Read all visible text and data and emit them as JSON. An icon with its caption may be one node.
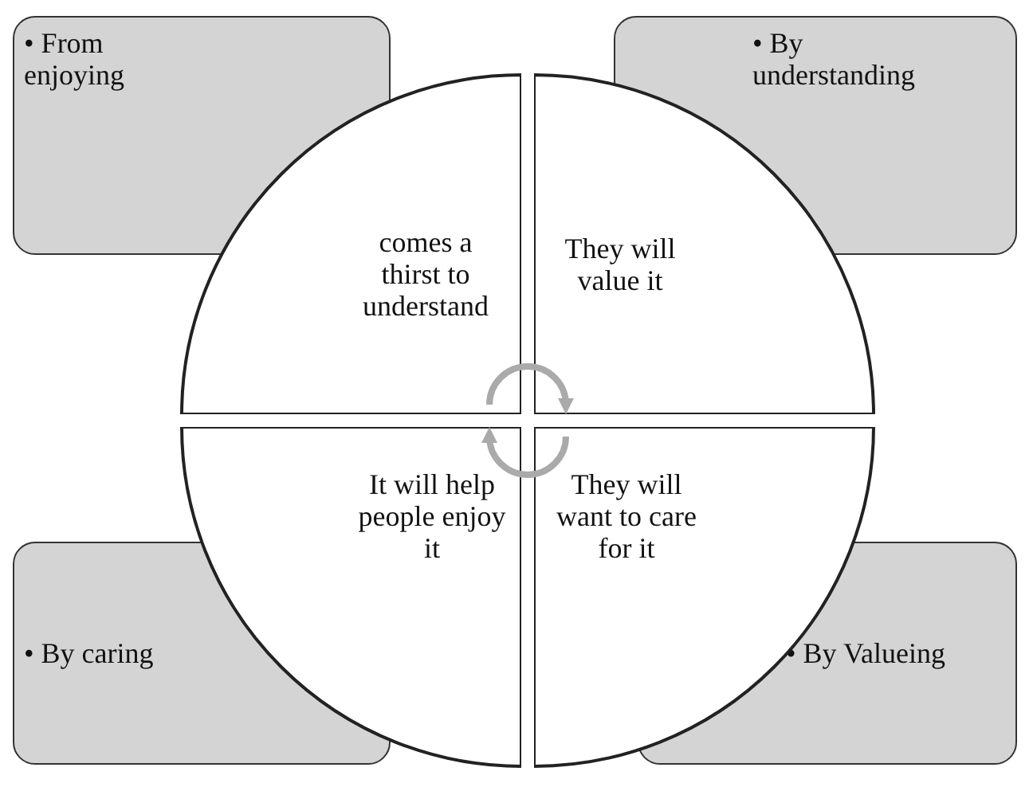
{
  "diagram": {
    "nodes": [
      {
        "text": [
          "• From enjoying"
        ]
      },
      {
        "text": [
          "• By understanding"
        ]
      },
      {
        "text": [
          "comes a thirst to understand"
        ]
      },
      {
        "text": [
          "They will value it"
        ]
      },
      {
        "text": [
          "It will help people enjoy it"
        ]
      },
      {
        "text": [
          "They will want to care for it"
        ]
      },
      {
        "text": [
          "• By caring"
        ]
      },
      {
        "text": [
          "• By Valueing"
        ]
      }
    ],
    "edges": [
      {
        "from": 2,
        "to": 3,
        "arrow": "to"
      },
      {
        "from": 5,
        "to": 4,
        "arrow": "to"
      }
    ]
  }
}
